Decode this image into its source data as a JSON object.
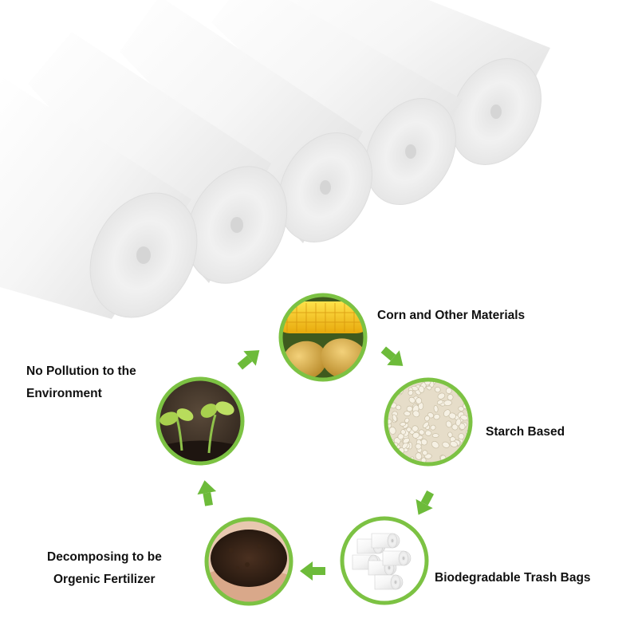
{
  "cycle": {
    "steps": [
      {
        "label": "Corn and Other Materials",
        "image": "corn-potato-photo"
      },
      {
        "label": "Starch Based",
        "image": "starch-pellets-photo"
      },
      {
        "label": "Biodegradable Trash Bags",
        "image": "trash-bag-rolls-photo"
      },
      {
        "label": "Decomposing to be Orgenic Fertilizer",
        "image": "soil-in-hands-photo"
      },
      {
        "label": "No Pollution to the Environment",
        "image": "seedling-sprout-photo"
      }
    ],
    "labels": {
      "corn": "Corn and Other Materials",
      "starch": "Starch Based",
      "bags": "Biodegradable Trash Bags",
      "decompose_line1": "Decomposing to be",
      "decompose_line2": "Orgenic Fertilizer",
      "pollution_line1": "No Pollution to the",
      "pollution_line2": "Environment"
    }
  },
  "colors": {
    "ring_green": "#7cc243",
    "arrow_green": "#6dbb3a",
    "roll_white": "#f4f4f4",
    "text": "#111111"
  },
  "icons": [
    "arrow-icon"
  ]
}
